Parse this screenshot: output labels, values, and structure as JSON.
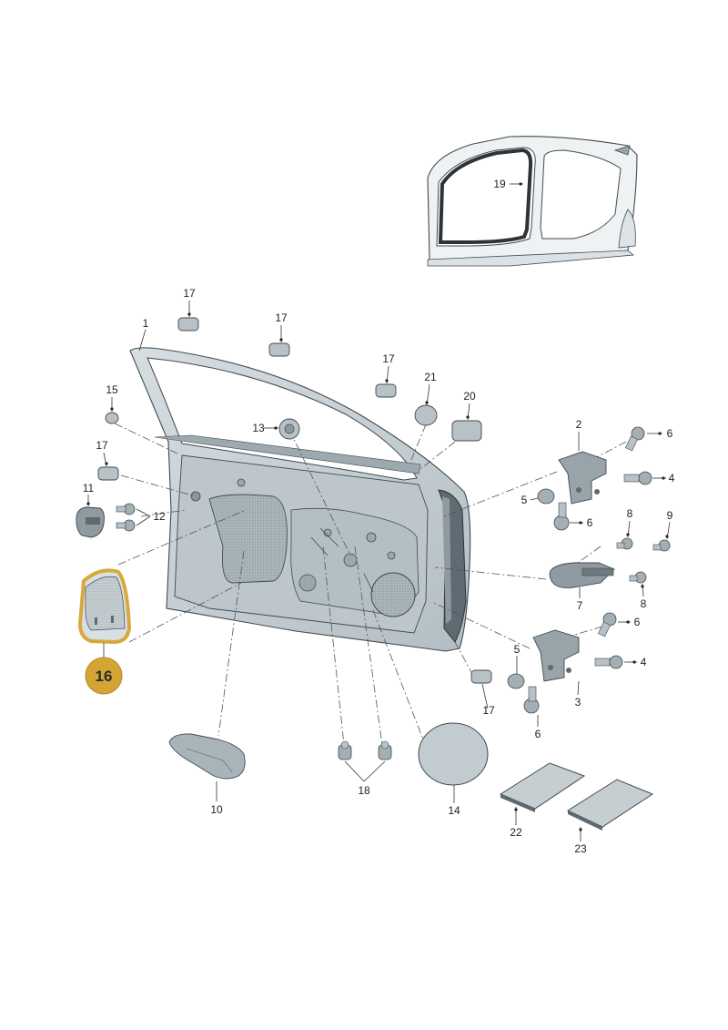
{
  "diagram": {
    "colors": {
      "part_fill": "#c9d2d6",
      "part_dark": "#7d8a91",
      "outline": "#3f4a52",
      "highlight": "#c79a2a",
      "highlight_fill": "#d8a93a"
    },
    "highlighted_part": "16",
    "callouts": [
      {
        "id": "c1",
        "text": "1"
      },
      {
        "id": "c2",
        "text": "2"
      },
      {
        "id": "c3",
        "text": "3"
      },
      {
        "id": "c4a",
        "text": "4"
      },
      {
        "id": "c4b",
        "text": "4"
      },
      {
        "id": "c5a",
        "text": "5"
      },
      {
        "id": "c5b",
        "text": "5"
      },
      {
        "id": "c6a",
        "text": "6"
      },
      {
        "id": "c6b",
        "text": "6"
      },
      {
        "id": "c6c",
        "text": "6"
      },
      {
        "id": "c6d",
        "text": "6"
      },
      {
        "id": "c7",
        "text": "7"
      },
      {
        "id": "c8a",
        "text": "8"
      },
      {
        "id": "c8b",
        "text": "8"
      },
      {
        "id": "c9",
        "text": "9"
      },
      {
        "id": "c10",
        "text": "10"
      },
      {
        "id": "c11",
        "text": "11"
      },
      {
        "id": "c12",
        "text": "12"
      },
      {
        "id": "c13",
        "text": "13"
      },
      {
        "id": "c14",
        "text": "14"
      },
      {
        "id": "c15",
        "text": "15"
      },
      {
        "id": "c16",
        "text": "16"
      },
      {
        "id": "c17a",
        "text": "17"
      },
      {
        "id": "c17b",
        "text": "17"
      },
      {
        "id": "c17c",
        "text": "17"
      },
      {
        "id": "c17d",
        "text": "17"
      },
      {
        "id": "c17e",
        "text": "17"
      },
      {
        "id": "c18",
        "text": "18"
      },
      {
        "id": "c19",
        "text": "19"
      },
      {
        "id": "c20",
        "text": "20"
      },
      {
        "id": "c21",
        "text": "21"
      },
      {
        "id": "c22",
        "text": "22"
      },
      {
        "id": "c23",
        "text": "23"
      }
    ]
  }
}
